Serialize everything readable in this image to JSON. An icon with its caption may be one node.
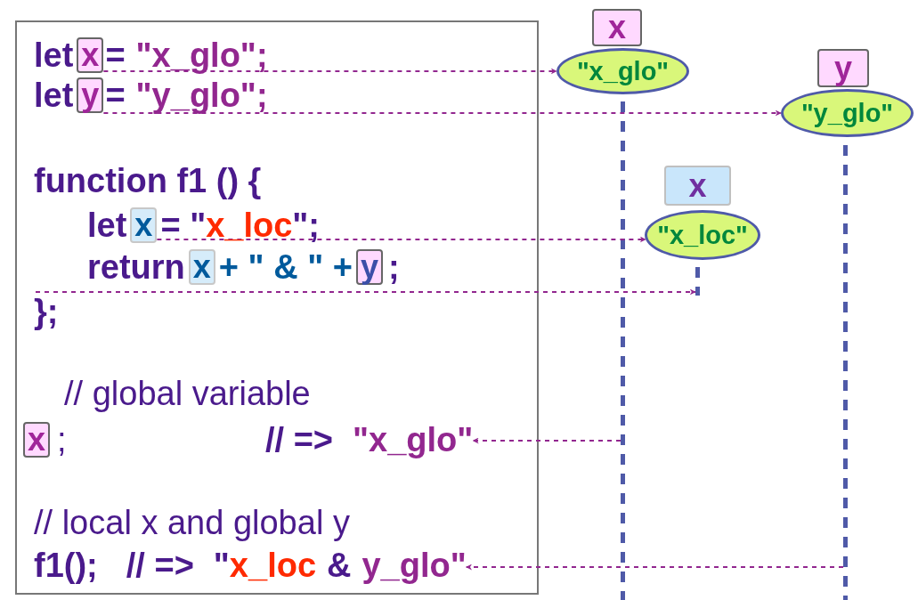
{
  "diagram": {
    "nodes": [
      {
        "text": [],
        "shape": "box"
      },
      {
        "text": [
          "x"
        ],
        "in": 0
      },
      {
        "text": [
          "y"
        ],
        "in": 0
      },
      {
        "text": [
          "x"
        ],
        "in": 0
      },
      {
        "text": [
          "x"
        ],
        "in": 0
      },
      {
        "text": [
          "y"
        ],
        "in": 0
      },
      {
        "text": [
          "x"
        ],
        "in": 0,
        "beside": [
          ";"
        ]
      },
      {
        "text": [
          "\"x_glo\""
        ],
        "in": 0
      },
      {
        "text": [
          "\"",
          "x_loc",
          "&",
          "y_glo\""
        ],
        "in": 0
      },
      {
        "text": [
          "x"
        ]
      },
      {
        "text": [
          "\"x_glo\""
        ]
      },
      {
        "text": [
          "y"
        ]
      },
      {
        "text": [
          "\"y_glo\""
        ]
      },
      {
        "text": [
          "x"
        ]
      },
      {
        "text": [
          "\"x_loc\""
        ]
      },
      {
        "text": [],
        "shape": "bar"
      },
      {
        "text": [],
        "shape": "bar"
      },
      {
        "text": [],
        "shape": "bar"
      },
      {
        "text": [
          "};"
        ],
        "in": 0
      }
    ],
    "edges": [
      {
        "from": 1,
        "to": 10,
        "arrow": "to",
        "style": "dashed"
      },
      {
        "from": 2,
        "to": 12,
        "arrow": "to",
        "style": "dashed"
      },
      {
        "from": 3,
        "to": 14,
        "arrow": "to",
        "style": "dashed"
      },
      {
        "from": 18,
        "to": 17,
        "arrow": "to",
        "style": "dashed"
      },
      {
        "from": 15,
        "to": 7,
        "arrow": "to",
        "style": "dashed"
      },
      {
        "from": 16,
        "to": 8,
        "arrow": "to",
        "style": "dashed"
      }
    ],
    "labels": [
      "let",
      "=",
      "\"x_glo\";",
      "let",
      "=",
      "\"y_glo\";",
      "function f1 () {",
      "let",
      "= \"",
      "x_loc",
      "\";",
      "return",
      "+ \" & \" +",
      ";",
      "// global variable",
      "// =>",
      "// local x and global y",
      "f1();",
      "// =>"
    ]
  }
}
